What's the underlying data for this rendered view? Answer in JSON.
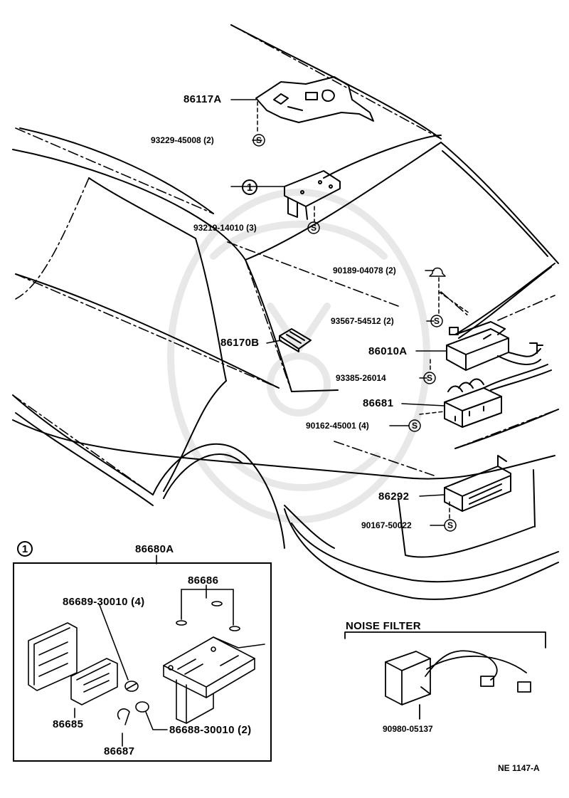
{
  "diagram_code": "NE 1147-A",
  "callout_symbol": "1",
  "noise_filter_title": "NOISE FILTER",
  "parts": {
    "p86117A": "86117A",
    "p93229": "93229-45008 (2)",
    "p93219": "93219-14010 (3)",
    "p90189": "90189-04078 (2)",
    "p93567": "93567-54512 (2)",
    "p86170B": "86170B",
    "p86010A": "86010A",
    "p93385": "93385-26014",
    "p86681": "86681",
    "p90162": "90162-45001 (4)",
    "p86292": "86292",
    "p90167": "90167-50022",
    "p86680A": "86680A",
    "p86686": "86686",
    "p86689": "86689-30010 (4)",
    "p86685": "86685",
    "p86688": "86688-30010 (2)",
    "p86687": "86687",
    "p90980": "90980-05137"
  },
  "s_mark": "S"
}
